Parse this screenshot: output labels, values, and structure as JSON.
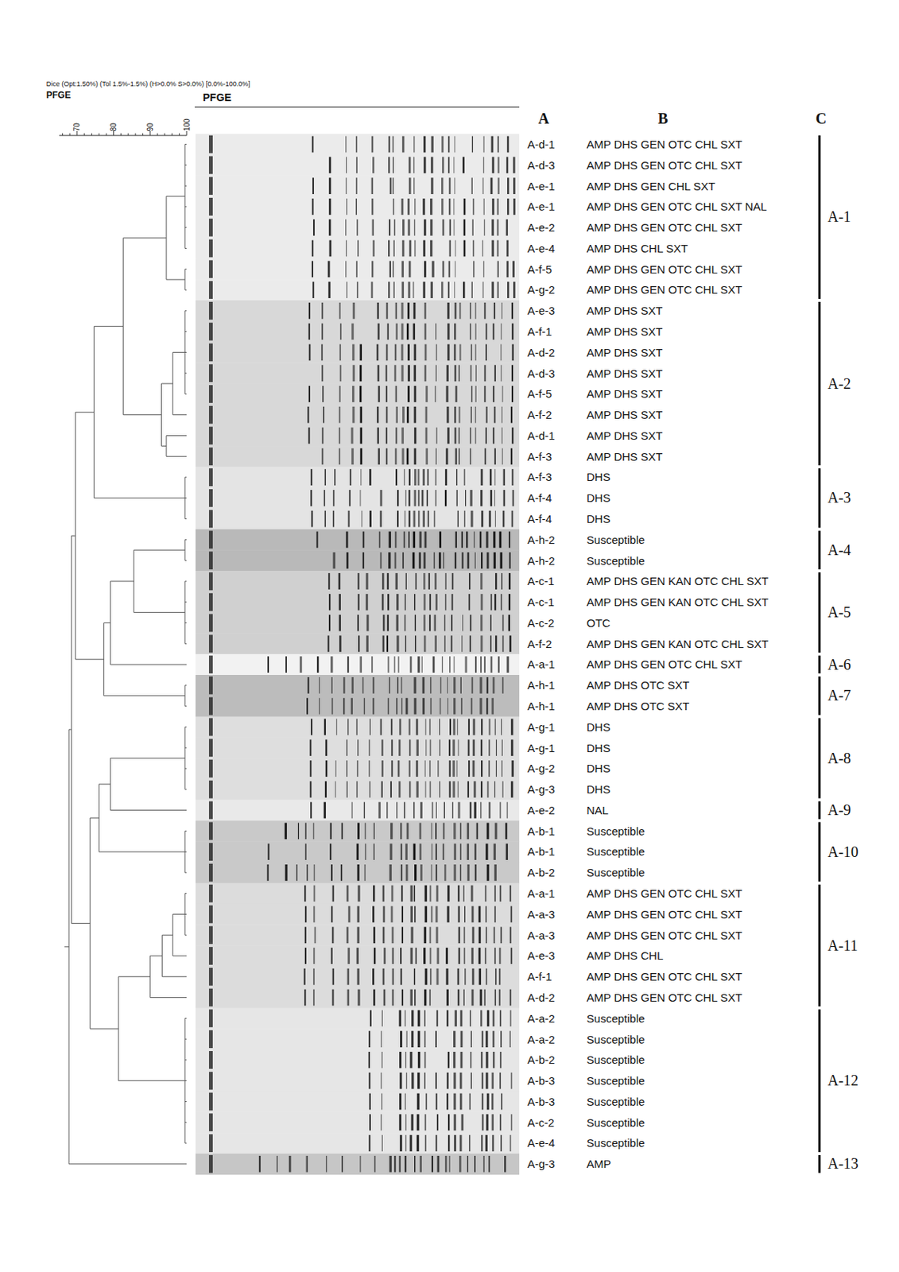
{
  "diagram": {
    "labels": [
      "Dice (Opt:1.50%) (Tol 1.5%-1.5%) (H>0.0% S>0.0%) [0.0%-100.0%]",
      "PFGE",
      "70",
      "80",
      "90",
      "100",
      "PFGE",
      "A",
      "B",
      "C",
      "A-d-1",
      "AMP DHS GEN OTC CHL SXT",
      "A-d-3",
      "AMP DHS GEN OTC CHL SXT",
      "A-e-1",
      "AMP DHS GEN CHL SXT",
      "A-e-1",
      "AMP DHS GEN OTC CHL SXT NAL",
      "A-e-2",
      "AMP DHS GEN OTC CHL SXT",
      "A-e-4",
      "AMP DHS CHL SXT",
      "A-f-5",
      "AMP DHS GEN OTC CHL SXT",
      "A-g-2",
      "AMP DHS GEN OTC CHL SXT",
      "A-e-3",
      "AMP DHS SXT",
      "A-f-1",
      "AMP DHS SXT",
      "A-d-2",
      "AMP DHS SXT",
      "A-d-3",
      "AMP DHS SXT",
      "A-f-5",
      "AMP DHS SXT",
      "A-f-2",
      "AMP DHS SXT",
      "A-d-1",
      "AMP DHS SXT",
      "A-f-3",
      "AMP DHS SXT",
      "A-f-3",
      "DHS",
      "A-f-4",
      "DHS",
      "A-f-4",
      "DHS",
      "A-h-2",
      "Susceptible",
      "A-h-2",
      "Susceptible",
      "A-c-1",
      "AMP DHS GEN KAN OTC CHL SXT",
      "A-c-1",
      "AMP DHS GEN KAN OTC CHL SXT",
      "A-c-2",
      "OTC",
      "A-f-2",
      "AMP DHS GEN KAN OTC CHL SXT",
      "A-a-1",
      "AMP DHS GEN OTC CHL SXT",
      "A-h-1",
      "AMP DHS OTC SXT",
      "A-h-1",
      "AMP DHS OTC SXT",
      "A-g-1",
      "DHS",
      "A-g-1",
      "DHS",
      "A-g-2",
      "DHS",
      "A-g-3",
      "DHS",
      "A-e-2",
      "NAL",
      "A-b-1",
      "Susceptible",
      "A-b-1",
      "Susceptible",
      "A-b-2",
      "Susceptible",
      "A-a-1",
      "AMP DHS GEN OTC CHL SXT",
      "A-a-3",
      "AMP DHS GEN OTC CHL SXT",
      "A-a-3",
      "AMP DHS GEN OTC CHL SXT",
      "A-e-3",
      "AMP DHS CHL",
      "A-f-1",
      "AMP DHS GEN OTC CHL SXT",
      "A-d-2",
      "AMP DHS GEN OTC CHL SXT",
      "A-a-2",
      "Susceptible",
      "A-a-2",
      "Susceptible",
      "A-b-2",
      "Susceptible",
      "A-b-3",
      "Susceptible",
      "A-b-3",
      "Susceptible",
      "A-c-2",
      "Susceptible",
      "A-e-4",
      "Susceptible",
      "A-g-3",
      "AMP",
      "A-1",
      "A-2",
      "A-3",
      "A-4",
      "A-5",
      "A-6",
      "A-7",
      "A-8",
      "A-9",
      "A-10",
      "A-11",
      "A-12",
      "A-13"
    ]
  }
}
